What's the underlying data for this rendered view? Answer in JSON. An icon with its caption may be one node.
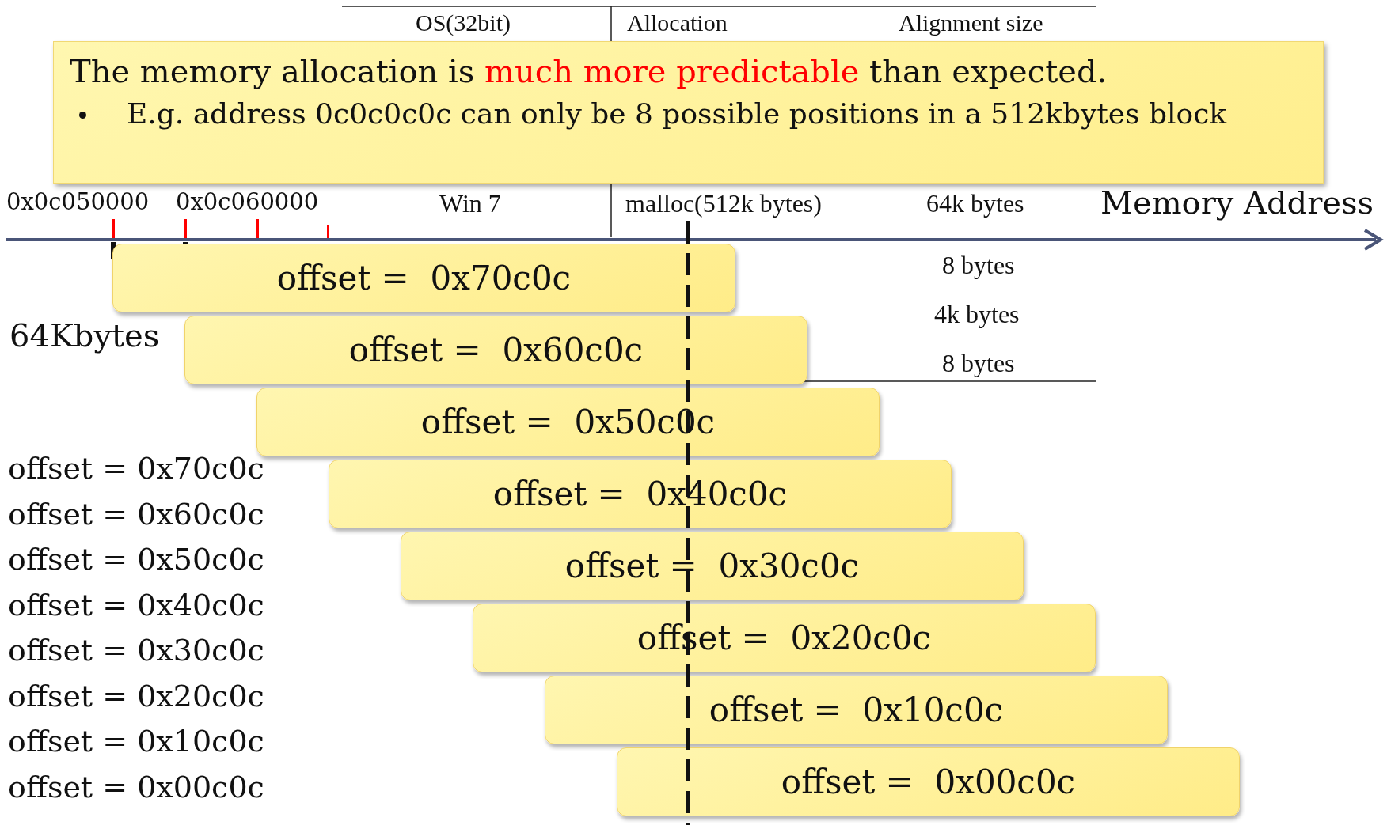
{
  "diagram": {
    "nodes": [
      {
        "text": [
          "The memory allocation is **much more predictable** than expected.",
          "E.g. address 0c0c0c0c can only be 8 possible positions in a 512kbytes block"
        ]
      },
      {
        "text": [
          "offset =  0x70c0c"
        ]
      },
      {
        "text": [
          "offset =  0x60c0c"
        ]
      },
      {
        "text": [
          "offset =  0x50c0c"
        ]
      },
      {
        "text": [
          "offset =  0x40c0c"
        ]
      },
      {
        "text": [
          "offset =  0x30c0c"
        ]
      },
      {
        "text": [
          "offset =  0x20c0c"
        ]
      },
      {
        "text": [
          "offset =  0x10c0c"
        ]
      },
      {
        "text": [
          "offset =  0x00c0c"
        ]
      }
    ],
    "edges": [],
    "labels": [
      "OS(32bit)",
      "Allocation",
      "Alignment size",
      "Win 7",
      "malloc(512k bytes)",
      "64k bytes",
      "8 bytes",
      "4k bytes",
      "8 bytes",
      "0x0c050000",
      "0x0c060000",
      "Memory Address",
      "64Kbytes",
      "offset = 0x70c0c",
      "offset = 0x60c0c",
      "offset = 0x50c0c",
      "offset = 0x40c0c",
      "offset = 0x30c0c",
      "offset = 0x20c0c",
      "offset = 0x10c0c",
      "offset = 0x00c0c"
    ]
  }
}
